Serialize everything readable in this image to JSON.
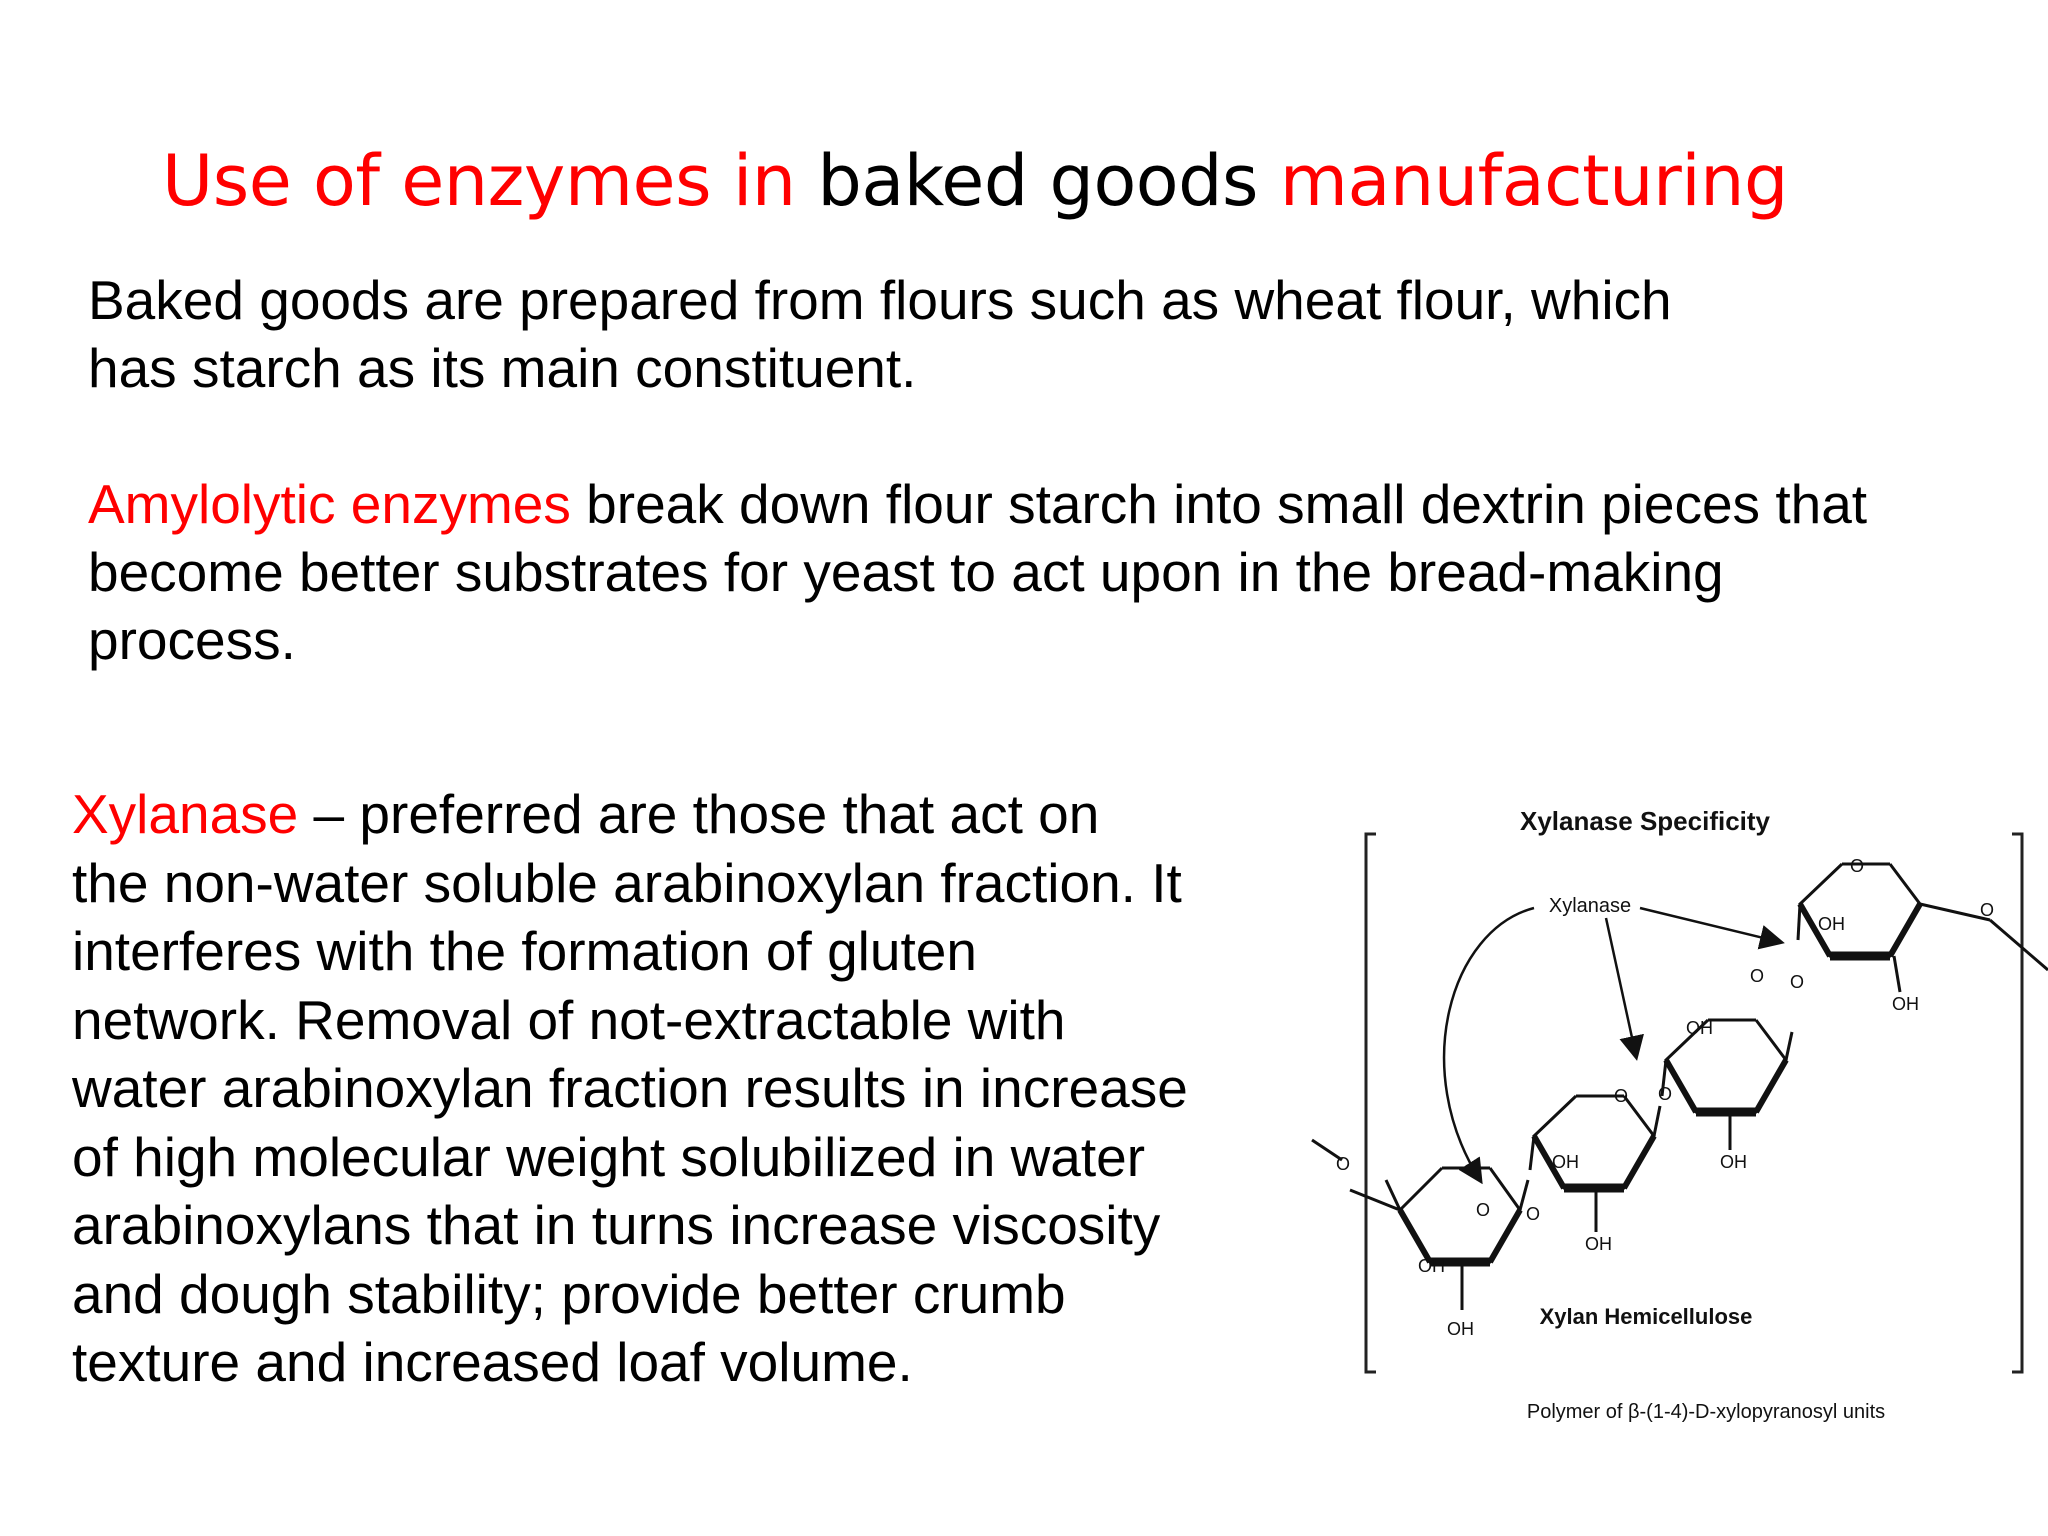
{
  "title": {
    "part1": "Use of enzymes in",
    "part2": "baked goods",
    "part3": "manufacturing",
    "accent_color": "#ff0000"
  },
  "paragraph1": {
    "line1": "Baked goods are prepared from flours such as wheat flour, which",
    "line2": "has starch as its main constituent."
  },
  "paragraph2": {
    "highlight": "Amylolytic enzymes",
    "text_line1": " break down flour starch into small dextrin pieces that",
    "line2": "become better substrates for yeast to act upon in the bread-making",
    "line3": "process."
  },
  "paragraph3": {
    "highlight": "Xylanase",
    "line1_rest": " – preferred are those that act on",
    "lines": [
      "the non-water soluble arabinoxylan fraction. It",
      "interferes with the formation of gluten",
      "network. Removal of not-extractable with",
      "water arabinoxylan fraction results in increase",
      "of high molecular weight solubilized in water",
      "arabinoxylans that  in turns increase viscosity",
      "and dough stability; provide better crumb",
      "texture and increased loaf volume."
    ]
  },
  "diagram": {
    "title": "Xylanase Specificity",
    "enzyme_label": "Xylanase",
    "polymer_label": "Xylan Hemicellulose",
    "caption": "Polymer of β-(1-4)-D-xylopyranosyl units",
    "oh": "OH",
    "o": "O"
  }
}
